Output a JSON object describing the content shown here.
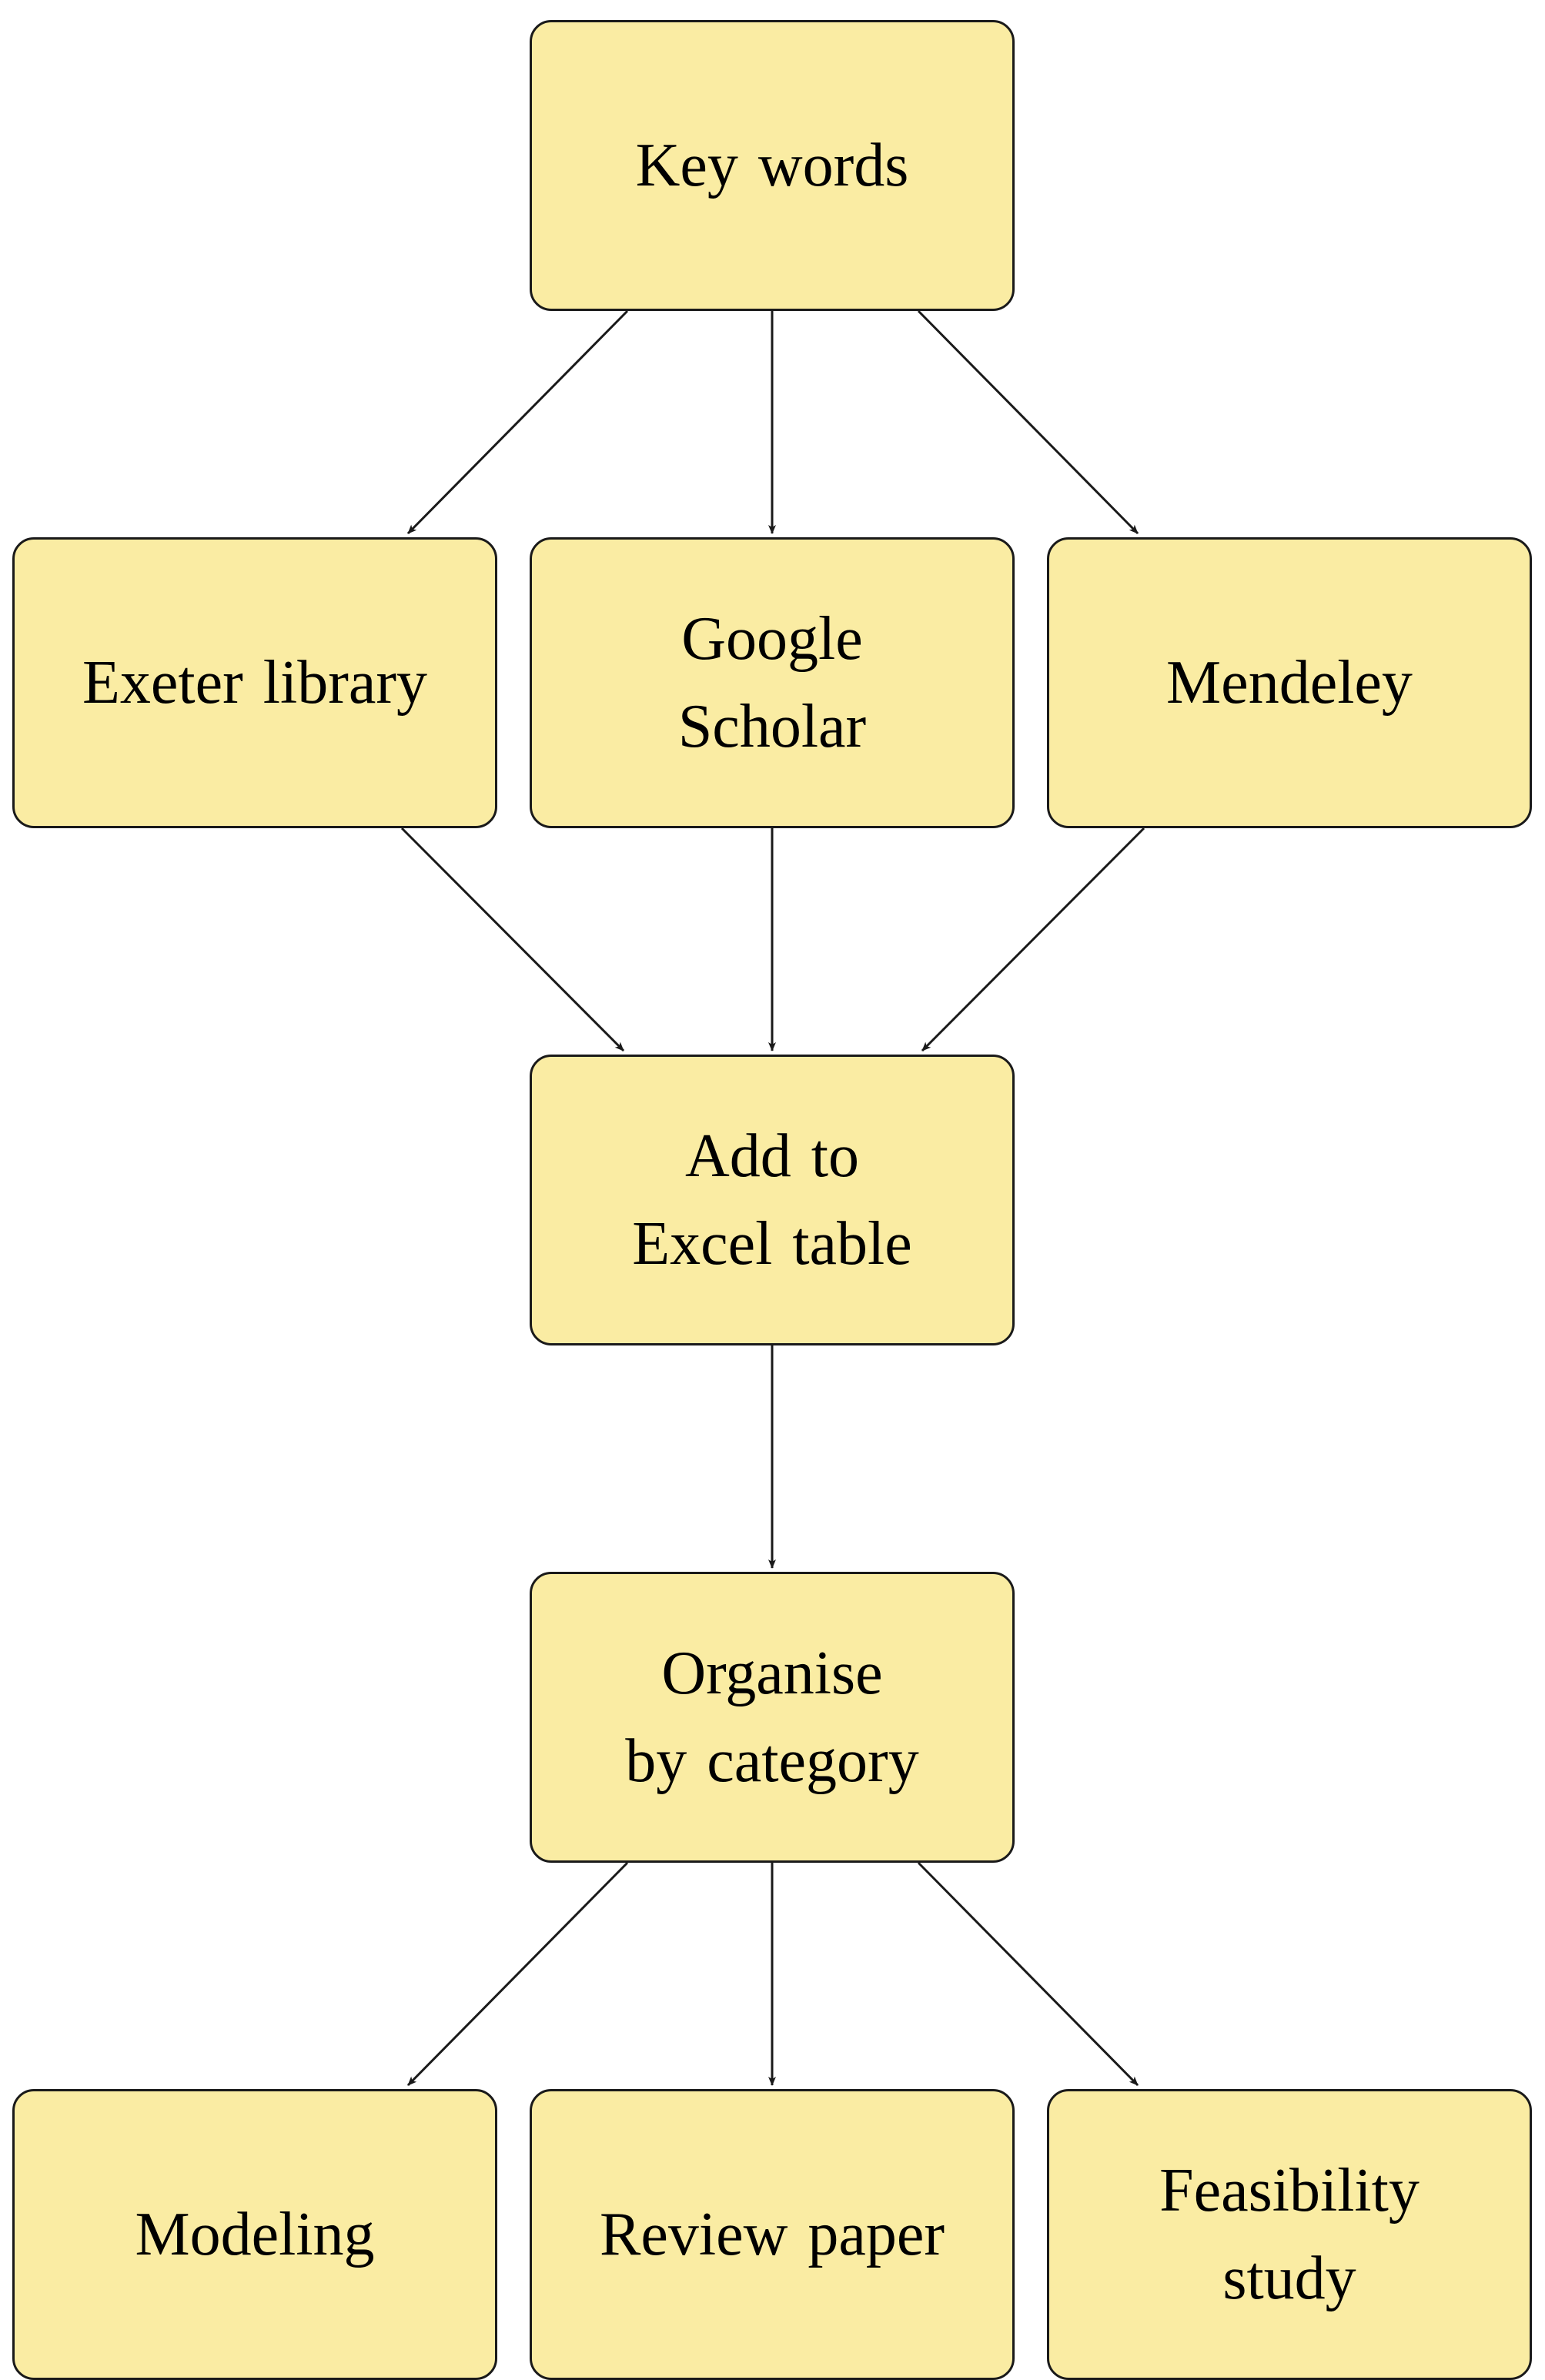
{
  "colors": {
    "node_fill": "#faeca3",
    "node_border": "#1a1a1a",
    "edge": "#1a1a1a",
    "background": "#ffffff"
  },
  "nodes": {
    "keywords": "Key words",
    "exeter": "Exeter library",
    "google": "Google\nScholar",
    "mendeley": "Mendeley",
    "excel": "Add to\nExcel table",
    "organise": "Organise\nby category",
    "modeling": "Modeling",
    "review": "Review paper",
    "feasibility": "Feasibility\nstudy"
  },
  "edges": [
    {
      "from": "keywords",
      "to": "exeter"
    },
    {
      "from": "keywords",
      "to": "google"
    },
    {
      "from": "keywords",
      "to": "mendeley"
    },
    {
      "from": "exeter",
      "to": "excel"
    },
    {
      "from": "google",
      "to": "excel"
    },
    {
      "from": "mendeley",
      "to": "excel"
    },
    {
      "from": "excel",
      "to": "organise"
    },
    {
      "from": "organise",
      "to": "modeling"
    },
    {
      "from": "organise",
      "to": "review"
    },
    {
      "from": "organise",
      "to": "feasibility"
    }
  ]
}
